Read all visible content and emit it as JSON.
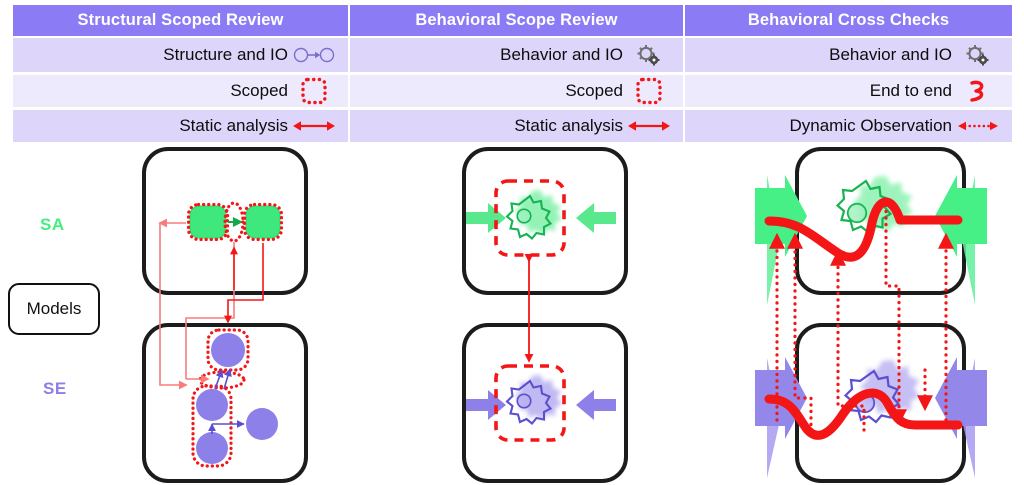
{
  "colors": {
    "header_bg": "#8b7bf5",
    "row_bg_alt1": "#ddd6fa",
    "row_bg_alt2": "#eeeafd",
    "red": "#f41616",
    "light_red": "#f87c7c",
    "green": "#3ee87c",
    "green_dark": "#14a84a",
    "purple": "#8d80e8",
    "purple_dark": "#5b4fd0",
    "sa_label": "#41f07f",
    "se_label": "#8e7fe8",
    "box_border": "#1c1c1c",
    "text": "#0d0d0d"
  },
  "columns": [
    {
      "id": "structural-scoped-review",
      "title": "Structural Scoped Review",
      "rows": [
        {
          "label": "Structure and IO",
          "icon": "nodes-link-icon"
        },
        {
          "label": "Scoped",
          "icon": "dotted-scope-box-icon"
        },
        {
          "label": "Static analysis",
          "icon": "double-headed-arrow-icon"
        }
      ]
    },
    {
      "id": "behavioral-scope-review",
      "title": "Behavioral Scope Review",
      "rows": [
        {
          "label": "Behavior and IO",
          "icon": "gears-icon"
        },
        {
          "label": "Scoped",
          "icon": "dotted-scope-box-icon"
        },
        {
          "label": "Static analysis",
          "icon": "double-headed-arrow-icon"
        }
      ]
    },
    {
      "id": "behavioral-cross-checks",
      "title": "Behavioral Cross Checks",
      "rows": [
        {
          "label": "Behavior and IO",
          "icon": "gears-icon"
        },
        {
          "label": "End to end",
          "icon": "signal-squiggle-icon"
        },
        {
          "label": "Dynamic Observation",
          "icon": "dotted-double-arrow-icon"
        }
      ]
    }
  ],
  "side": {
    "sa_label": "SA",
    "se_label": "SE",
    "models_label": "Models"
  },
  "diagram": {
    "rows": [
      {
        "id": "sa-row",
        "layer_label": "SA",
        "accent": "#3ee87c"
      },
      {
        "id": "se-row",
        "layer_label": "SE",
        "accent": "#8d80e8"
      }
    ],
    "panels": [
      {
        "column": "structural-scoped-review",
        "layer": "SA",
        "content": "two-scoped-nodes-with-link"
      },
      {
        "column": "structural-scoped-review",
        "layer": "SE",
        "content": "scoped-nodes-graph"
      },
      {
        "column": "behavioral-scope-review",
        "layer": "SA",
        "content": "scoped-gear-with-io-arrows"
      },
      {
        "column": "behavioral-scope-review",
        "layer": "SE",
        "content": "scoped-gear-with-io-arrows"
      },
      {
        "column": "behavioral-cross-checks",
        "layer": "SA",
        "content": "gear-with-signal-trace-and-io-arrows"
      },
      {
        "column": "behavioral-cross-checks",
        "layer": "SE",
        "content": "gear-with-signal-trace-and-io-arrows"
      }
    ]
  }
}
